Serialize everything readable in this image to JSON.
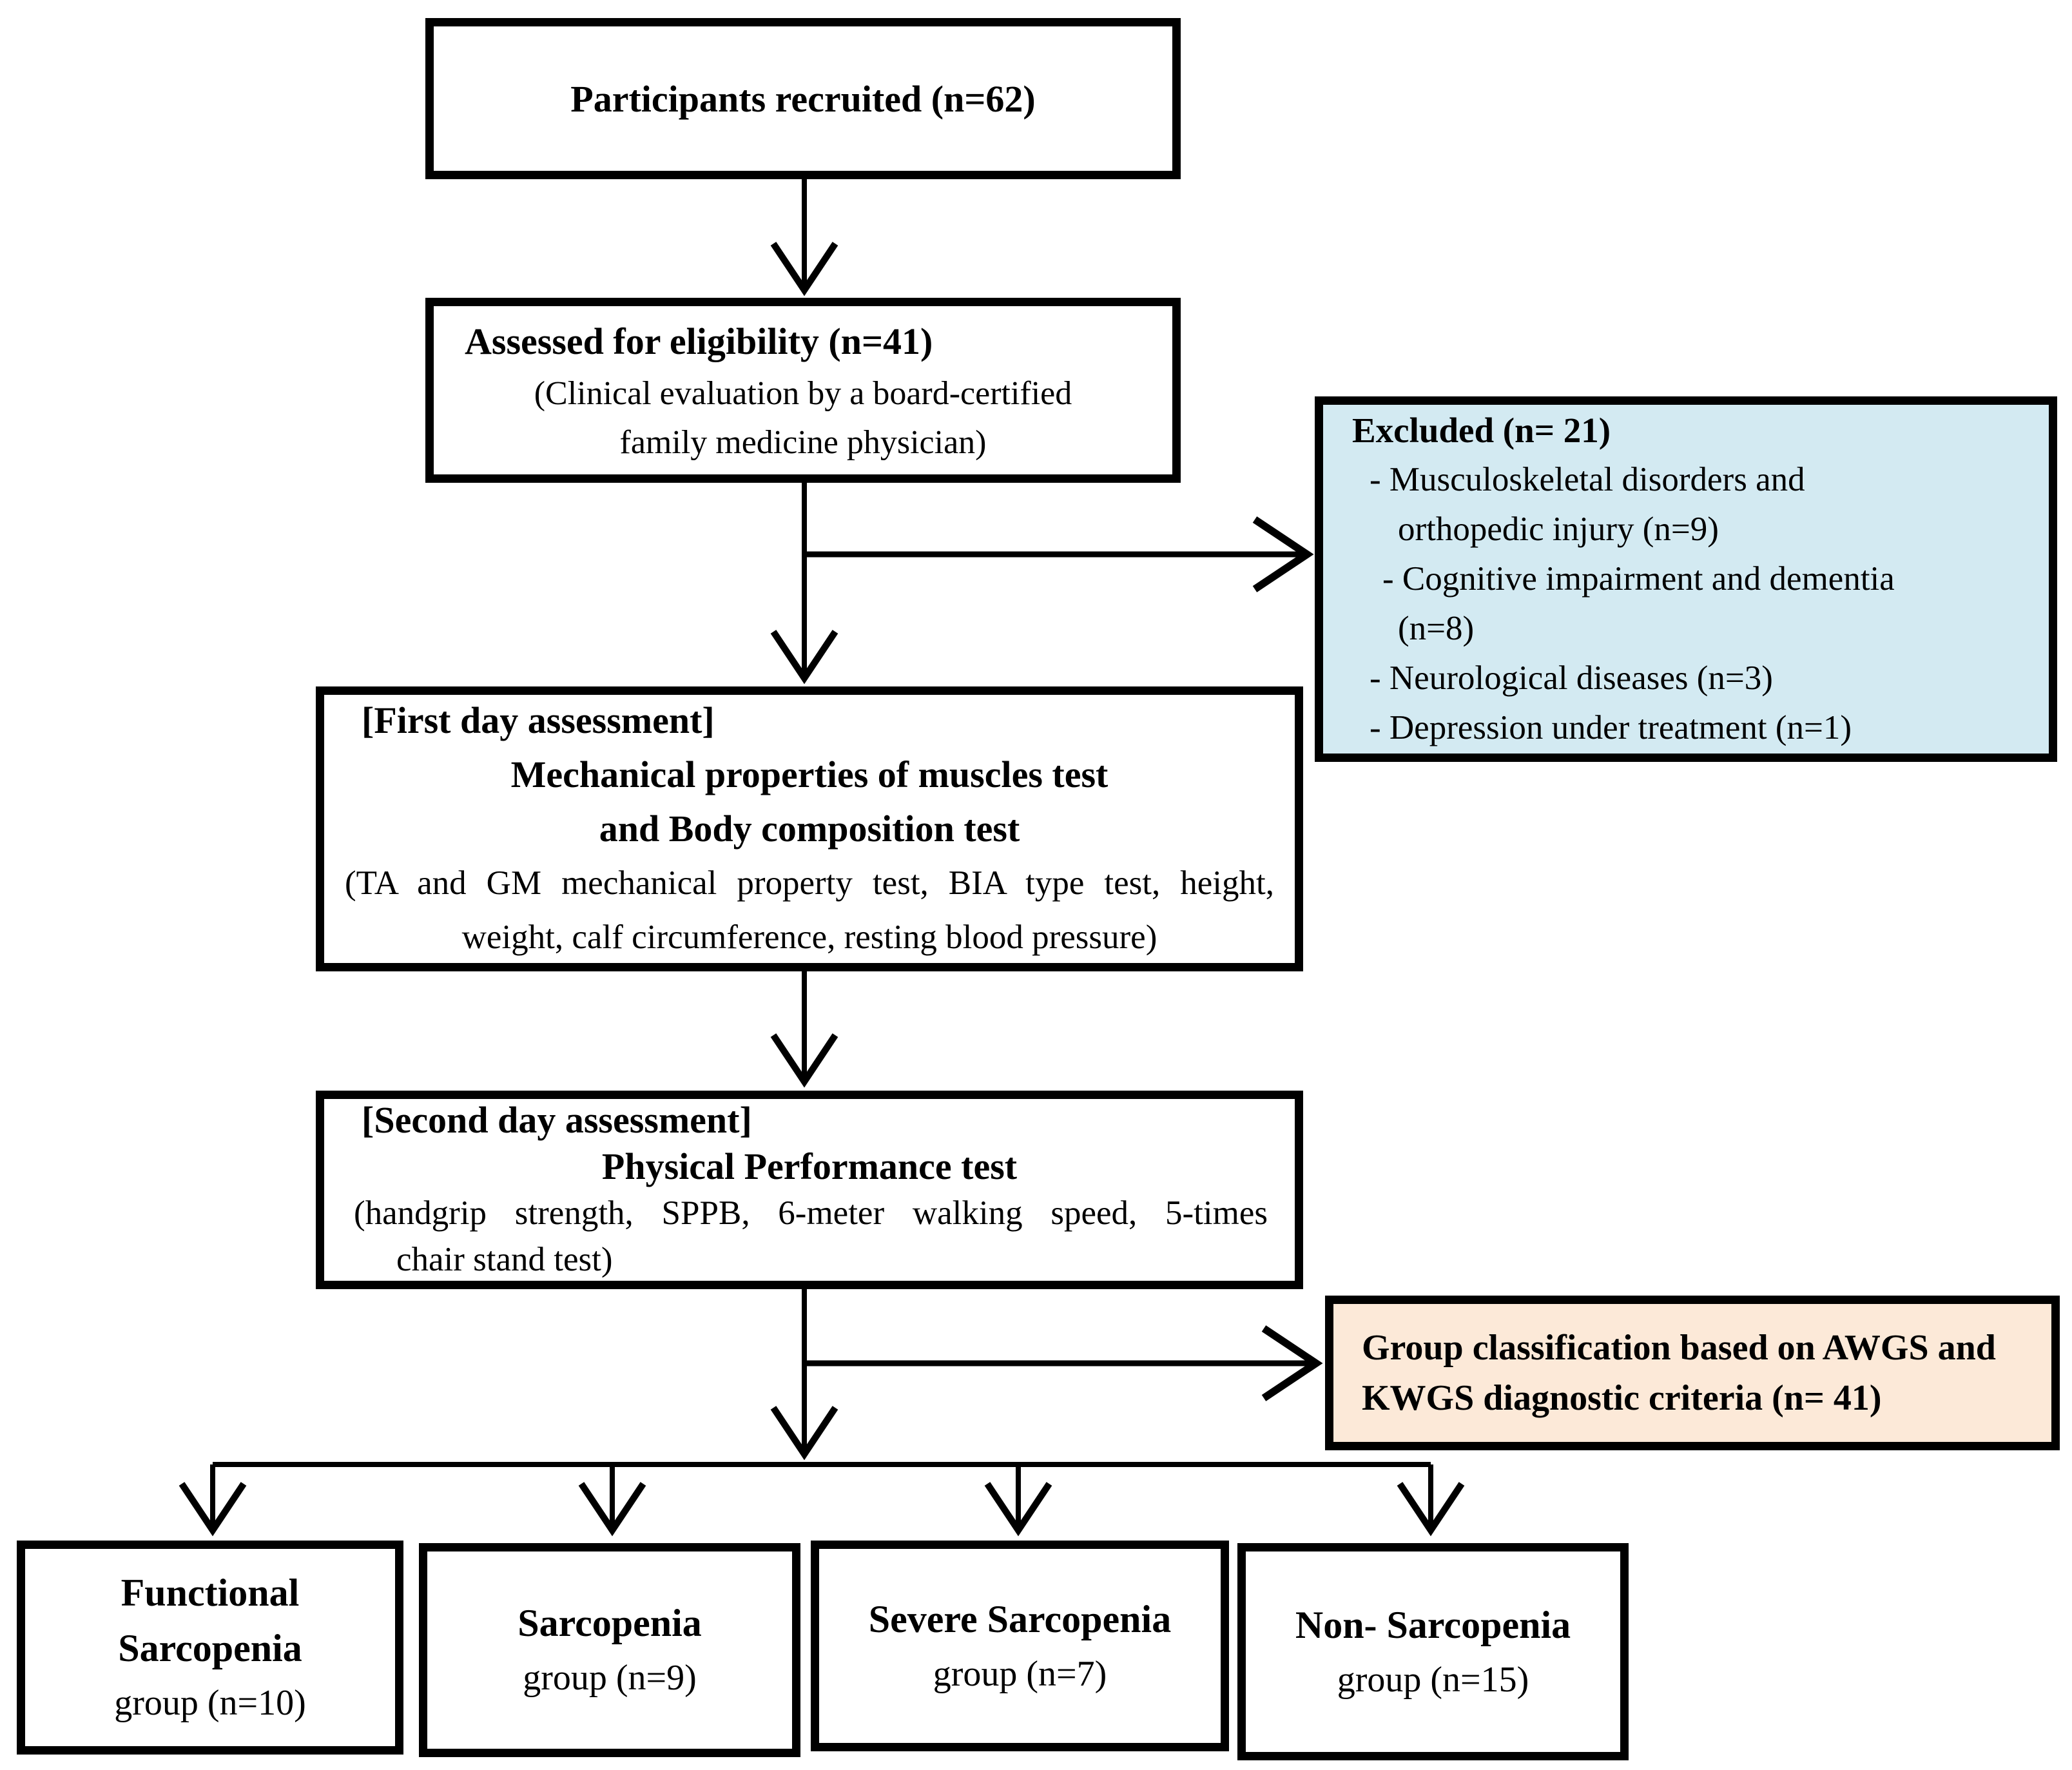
{
  "diagram": {
    "recruited": {
      "title": "Participants recruited (n=62)"
    },
    "assessed": {
      "title": "Assessed for eligibility (n=41)",
      "sub1": "(Clinical evaluation by a board-certified",
      "sub2": "family medicine physician)"
    },
    "excluded": {
      "title": "Excluded (n= 21)",
      "lines": [
        "- Musculoskeletal disorders and",
        "orthopedic injury (n=9)",
        "- Cognitive impairment and dementia",
        "(n=8)",
        "- Neurological diseases (n=3)",
        "- Depression under treatment (n=1)"
      ]
    },
    "first_day": {
      "label": "[First day assessment]",
      "title1": "Mechanical properties of muscles test",
      "title2": "and Body composition test",
      "sub1": "(TA and GM mechanical property test, BIA type test, height,",
      "sub2": "weight, calf circumference, resting blood  pressure)"
    },
    "second_day": {
      "label": "[Second day assessment]",
      "title1": "Physical Performance test",
      "sub1": "(handgrip strength, SPPB, 6-meter walking speed, 5-times",
      "sub2": "chair stand test)"
    },
    "classification": {
      "line1": "Group classification based on AWGS and",
      "line2": "KWGS diagnostic criteria (n= 41)"
    },
    "groups": [
      {
        "bold1": "Functional",
        "bold2": "Sarcopenia",
        "sub": "group (n=10)"
      },
      {
        "bold1": "Sarcopenia",
        "sub": "group (n=9)"
      },
      {
        "bold1": "Severe Sarcopenia",
        "sub": "group (n=7)"
      },
      {
        "bold1": "Non- Sarcopenia",
        "sub": "group (n=15)"
      }
    ],
    "colors": {
      "excluded_fill": "#d3eaf2",
      "classification_fill": "#fce9d8",
      "border": "#000000"
    }
  }
}
